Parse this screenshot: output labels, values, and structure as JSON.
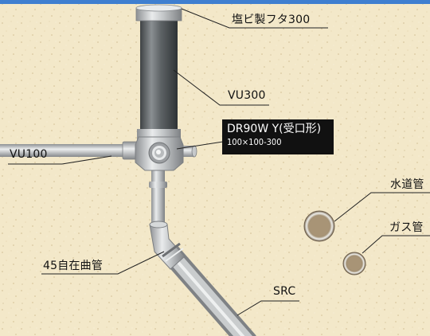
{
  "labels": {
    "cap": "塩ビ製フタ300",
    "vu300": "VU300",
    "fitting_line1": "DR90W Y(受口形)",
    "fitting_line2": "100×100-300",
    "vu100": "VU100",
    "water_pipe": "水道管",
    "gas_pipe": "ガス管",
    "elbow": "45自在曲管",
    "src": "SRC"
  },
  "colors": {
    "soil": "#f2e7c8",
    "pipe": "#b9bcbf",
    "label_box": "#111111"
  }
}
